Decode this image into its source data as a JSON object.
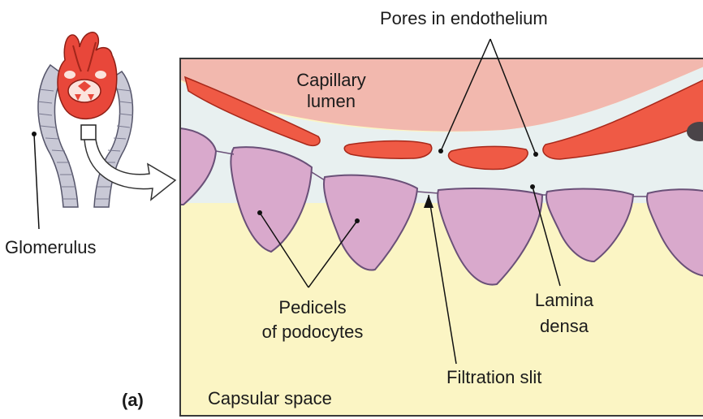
{
  "figure": {
    "panel_letter": "(a)",
    "labels": {
      "pores": "Pores in endothelium",
      "capillary_lumen_line1": "Capillary",
      "capillary_lumen_line2": "lumen",
      "glomerulus": "Glomerulus",
      "pedicels_line1": "Pedicels",
      "pedicels_line2": "of podocytes",
      "lamina_densa_line1": "Lamina",
      "lamina_densa_line2": "densa",
      "filtration_slit": "Filtration slit",
      "capsular_space": "Capsular space"
    },
    "colors": {
      "capillary_lumen": "#f2b8ae",
      "endothelium": "#ef5a45",
      "basement_membrane": "#e8f0f0",
      "podocyte_fill": "#d9a9cc",
      "podocyte_outline": "#6a5078",
      "capsular_space": "#fbf5c4",
      "frame": "#3a3a3a",
      "glomerulus_red": "#e8473a",
      "capsule_gray": "#c9c9d6"
    }
  }
}
